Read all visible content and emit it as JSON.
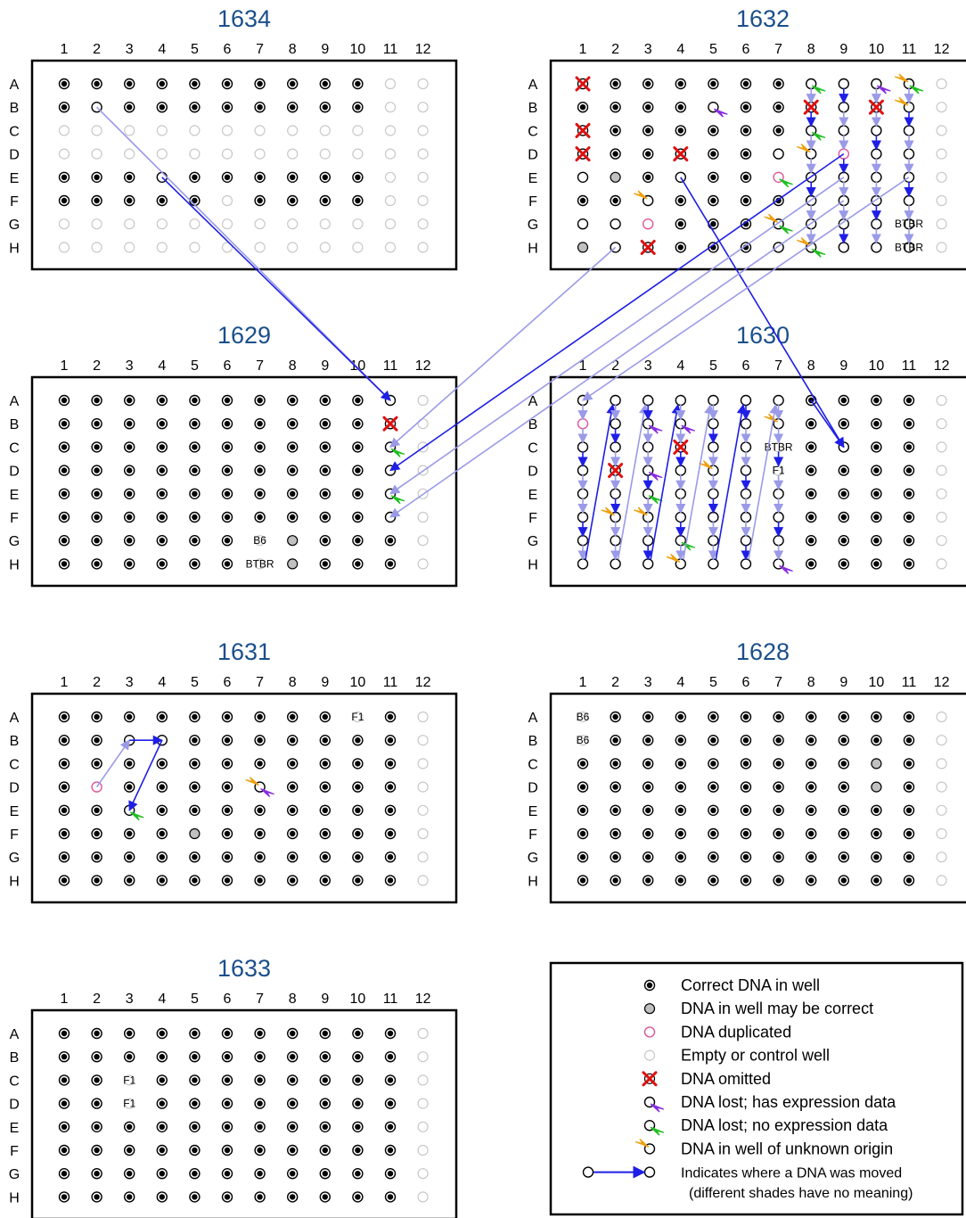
{
  "columns": [
    "1",
    "2",
    "3",
    "4",
    "5",
    "6",
    "7",
    "8",
    "9",
    "10",
    "11",
    "12"
  ],
  "rows": [
    "A",
    "B",
    "C",
    "D",
    "E",
    "F",
    "G",
    "H"
  ],
  "colors": {
    "title": "#1a4f8b",
    "correct": "#000000",
    "maybe": "#c0c0c0",
    "duplicate": "#e0559a",
    "empty": "#c8c8c8",
    "omitted": "#e01010",
    "lost_expr": "#8a2be2",
    "lost_noexpr": "#1fbf1f",
    "unknown": "#f0a010",
    "move": "#1e1ee6",
    "move_light": "#9a9ae8"
  },
  "plates": [
    {
      "id": "1634",
      "title": "1634",
      "full_cols": [
        1,
        2,
        3,
        4,
        5,
        6,
        7,
        8,
        9,
        10
      ],
      "full_rows": [
        "A",
        "B",
        "E",
        "F"
      ],
      "overrides": {
        "B2": "open",
        "E4": "open",
        "F6": "empty"
      },
      "marks": {},
      "labels": {}
    },
    {
      "id": "1632",
      "title": "1632",
      "full_cols": [
        1,
        2,
        3,
        4,
        5,
        6,
        7,
        8,
        9,
        10,
        11
      ],
      "full_rows": [
        "A",
        "B",
        "C",
        "D",
        "E",
        "F",
        "G",
        "H"
      ],
      "overrides": {
        "A8": "open",
        "A9": "open",
        "A10": "open",
        "A11": "open",
        "B5": "open",
        "B8": "open",
        "B9": "open",
        "B11": "open",
        "C8": "open",
        "C9": "open",
        "C10": "open",
        "C11": "open",
        "D7": "open",
        "D8": "open",
        "D10": "open",
        "D11": "open",
        "E1": "open",
        "E2": "maybe",
        "E4": "open",
        "E8": "open",
        "E9": "open",
        "E10": "open",
        "E11": "open",
        "F3": "open",
        "F8": "open",
        "F9": "open",
        "F10": "open",
        "F11": "open",
        "G1": "open",
        "G2": "open",
        "G7": "open",
        "G8": "open",
        "G9": "open",
        "G10": "open",
        "G11": "open",
        "H1": "maybe",
        "H2": "open",
        "H7": "open",
        "H8": "open",
        "H9": "open",
        "H10": "open",
        "H11": "open",
        "E7": "dup",
        "G3": "dup",
        "D9": "dup"
      },
      "marks": {
        "A1": "omit",
        "C1": "omit",
        "D1": "omit",
        "D4": "omit",
        "B8": "omit",
        "B10": "omit",
        "H3": "omit",
        "A8": "green",
        "C8": "green",
        "E7": "green",
        "G7": "green",
        "H8": "green",
        "A11": "green",
        "A10": "purple",
        "B5": "purple",
        "A11u": "orange",
        "B11": "orange",
        "D8": "orange",
        "F3": "orange",
        "G7u": "orange",
        "H8u": "orange"
      },
      "labels": {
        "G11": "BTBR",
        "H11": "BTBR"
      }
    },
    {
      "id": "1629",
      "title": "1629",
      "full_cols": [
        1,
        2,
        3,
        4,
        5,
        6,
        7,
        8,
        9,
        10,
        11
      ],
      "full_rows": [
        "A",
        "B",
        "C",
        "D",
        "E",
        "F",
        "G",
        "H"
      ],
      "overrides": {
        "A11": "open",
        "B11": "open",
        "C11": "open",
        "D11": "open",
        "E11": "open",
        "F11": "open",
        "G8": "maybe",
        "H8": "maybe",
        "G7": "label",
        "H7": "label"
      },
      "marks": {
        "B11": "omit",
        "C11": "green",
        "E11": "green"
      },
      "labels": {
        "G7": "B6",
        "H7": "BTBR"
      }
    },
    {
      "id": "1630",
      "title": "1630",
      "full_cols": [
        1,
        2,
        3,
        4,
        5,
        6,
        7,
        8,
        9,
        10,
        11
      ],
      "full_rows": [
        "A",
        "B",
        "C",
        "D",
        "E",
        "F",
        "G",
        "H"
      ],
      "overrides": {
        "A1": "open",
        "B1": "dup",
        "C1": "open",
        "D1": "open",
        "E1": "open",
        "F1": "open",
        "G1": "open",
        "H1": "open",
        "A2": "open",
        "B2": "open",
        "C2": "open",
        "D2": "open",
        "E2": "open",
        "F2": "open",
        "G2": "open",
        "H2": "open",
        "A3": "open",
        "B3": "open",
        "C3": "open",
        "D3": "open",
        "E3": "open",
        "F3": "open",
        "G3": "open",
        "H3": "open",
        "A4": "open",
        "B4": "open",
        "C4": "open",
        "D4": "open",
        "E4": "open",
        "F4": "open",
        "G4": "open",
        "H4": "open",
        "A5": "open",
        "B5": "open",
        "C5": "open",
        "D5": "open",
        "E5": "open",
        "F5": "open",
        "G5": "open",
        "H5": "open",
        "A6": "open",
        "B6": "open",
        "C6": "open",
        "D6": "open",
        "E6": "open",
        "F6": "open",
        "G6": "open",
        "H6": "open",
        "A7": "open",
        "B7": "open",
        "C7": "label",
        "D7": "label",
        "E7": "open",
        "F7": "open",
        "G7": "open",
        "H7": "open",
        "C9": "open"
      },
      "marks": {
        "D2": "omit",
        "C4": "omit",
        "B3": "purple",
        "D3": "purple",
        "B4": "purple",
        "H7": "purple",
        "E3": "green",
        "G4": "green",
        "B7": "orange",
        "F2": "orange",
        "F3": "orange",
        "D5": "orange",
        "H4": "orange"
      },
      "labels": {
        "C7": "BTBR",
        "D7": "F1"
      }
    },
    {
      "id": "1631",
      "title": "1631",
      "full_cols": [
        1,
        2,
        3,
        4,
        5,
        6,
        7,
        8,
        9,
        10,
        11
      ],
      "full_rows": [
        "A",
        "B",
        "C",
        "D",
        "E",
        "F",
        "G",
        "H"
      ],
      "overrides": {
        "A10": "label",
        "B3": "open",
        "B4": "open",
        "D2": "dup",
        "E3": "open",
        "D7": "open",
        "F5": "maybe"
      },
      "marks": {
        "E3": "green",
        "D7": "purple",
        "D7u": "orange"
      },
      "labels": {
        "A10": "F1"
      }
    },
    {
      "id": "1628",
      "title": "1628",
      "full_cols": [
        1,
        2,
        3,
        4,
        5,
        6,
        7,
        8,
        9,
        10,
        11
      ],
      "full_rows": [
        "A",
        "B",
        "C",
        "D",
        "E",
        "F",
        "G",
        "H"
      ],
      "overrides": {
        "A1": "label",
        "B1": "label",
        "C10": "maybe",
        "D10": "maybe"
      },
      "marks": {},
      "labels": {
        "A1": "B6",
        "B1": "B6"
      }
    },
    {
      "id": "1633",
      "title": "1633",
      "full_cols": [
        1,
        2,
        3,
        4,
        5,
        6,
        7,
        8,
        9,
        10,
        11
      ],
      "full_rows": [
        "A",
        "B",
        "C",
        "D",
        "E",
        "F",
        "G",
        "H"
      ],
      "overrides": {
        "C3": "label",
        "D3": "label"
      },
      "marks": {},
      "labels": {
        "C3": "F1",
        "D3": "F1"
      }
    }
  ],
  "legend": {
    "items": [
      {
        "icon": "correct-dot-icon",
        "text": "Correct DNA in well"
      },
      {
        "icon": "maybe-dot-icon",
        "text": "DNA in well may be correct"
      },
      {
        "icon": "duplicate-circle-icon",
        "text": "DNA duplicated"
      },
      {
        "icon": "empty-circle-icon",
        "text": "Empty or control well"
      },
      {
        "icon": "omitted-x-icon",
        "text": "DNA omitted"
      },
      {
        "icon": "lost-expression-icon",
        "text": "DNA lost; has expression data"
      },
      {
        "icon": "lost-noexpression-icon",
        "text": "DNA lost; no expression data"
      },
      {
        "icon": "unknown-origin-icon",
        "text": "DNA in well of unknown origin"
      },
      {
        "icon": "move-arrow-icon",
        "text": "Indicates where a DNA was moved"
      }
    ],
    "note": "(different shades have no meaning)"
  },
  "moves": [
    {
      "from": "1634.B2",
      "to": "1629.A11",
      "shade": "light"
    },
    {
      "from": "1634.E4",
      "to": "1629.A11",
      "shade": "dark"
    },
    {
      "from": "1632.E4",
      "to": "1630.C9",
      "shade": "dark"
    },
    {
      "from": "1632.H2",
      "to": "1629.C11",
      "shade": "light"
    },
    {
      "from": "1632.D9",
      "to": "1629.D11",
      "shade": "dark"
    },
    {
      "from": "1632.E9",
      "to": "1629.E11",
      "shade": "light"
    },
    {
      "from": "1632.F9",
      "to": "1629.F11",
      "shade": "light"
    },
    {
      "from": "1630.A8",
      "to": "1630.C9",
      "shade": "dark"
    },
    {
      "from": "1632.E11",
      "to": "1630.A1",
      "shade": "light"
    }
  ]
}
